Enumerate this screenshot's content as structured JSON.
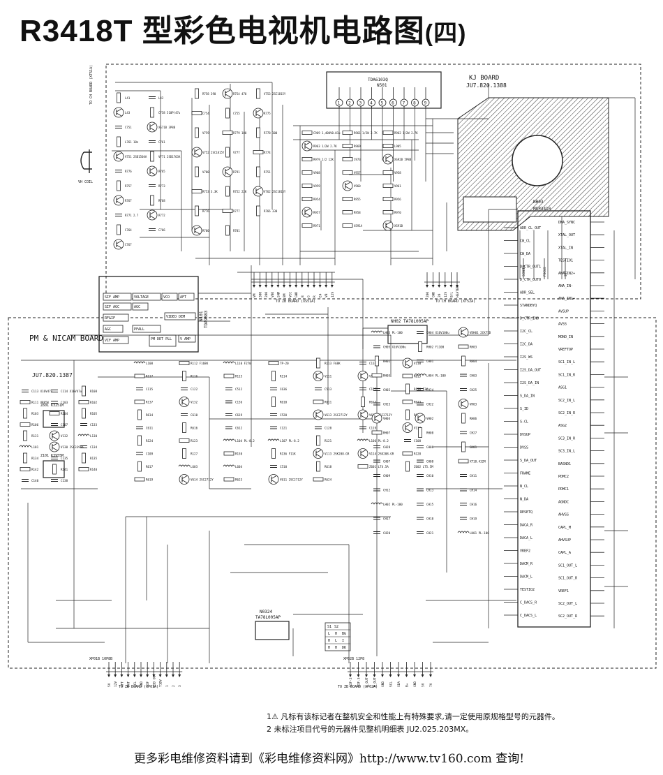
{
  "title": {
    "main": "R3418T 型彩色电视机电路图",
    "part": "(四)"
  },
  "kj_board": {
    "label": "KJ BOARD",
    "code": "JU7.820.1388",
    "chip": {
      "name": "TDA6103Q",
      "ref": "N501"
    },
    "chip_pins": [
      "1",
      "2",
      "3",
      "4",
      "5",
      "6",
      "7",
      "8",
      "9"
    ],
    "left_tags": [
      "TO CH BOARD (XT51A)",
      "VH COIL"
    ],
    "left_components": [
      "L41",
      "L42",
      "L43",
      "C758 510P/47u",
      "C751",
      "XS71B 3P8B",
      "L761 10n",
      "C761",
      "V751 2SD1504A",
      "V771 2SD1763A",
      "R776",
      "R765",
      "R757",
      "R773",
      "R767",
      "R768",
      "R771 2.7",
      "R772",
      "C764",
      "C766",
      "C767"
    ],
    "mid_components": [
      "R758 390",
      "R754 470",
      "V753 2SC1815Y",
      "C754",
      "C755",
      "R775",
      "V759",
      "R779 100",
      "R778 100",
      "V752 2SC1815Y",
      "V777",
      "R774",
      "V700",
      "R791",
      "R751",
      "R753 3.3K",
      "R752 22K",
      "V762 2SC1815Y",
      "R776",
      "R777",
      "R766 330",
      "R700",
      "R701"
    ],
    "right_components": [
      "C969 1,400V0.01u",
      "R961 1/2W 2.7K",
      "R962 1/2W 2.7K",
      "R963 1/2W 2.7K",
      "R969",
      "L905",
      "R979 1/2 12K",
      "C973",
      "XS92B 5P8B",
      "V968",
      "V957",
      "V958",
      "V959",
      "V960",
      "V961",
      "R954",
      "R955",
      "R956",
      "R957",
      "R958",
      "R970",
      "R971",
      "XS91A",
      "XS91B"
    ],
    "bottom_tags": [
      "TO ZB BOARD (XS51A)",
      "TO CH BOARD (XT52A)"
    ],
    "bottom_pins_left": [
      "VM",
      "300",
      "200",
      "VBO",
      "SAM",
      "8M",
      "VCC",
      "GND",
      "B",
      "G",
      "R",
      "E4",
      "VB",
      "12V"
    ],
    "bottom_pins_right": [
      "200",
      "GND",
      "20",
      "12V",
      "B/L",
      "HEATER",
      "SCREEN",
      "FOCUS",
      "SVT"
    ]
  },
  "pm_board": {
    "label": "PM & NICAM BOARD",
    "code": "JU7.820.1387",
    "regulator": {
      "ref": "NH02",
      "part": "TA78L005AP"
    },
    "regulator2": {
      "ref": "N0324",
      "part": "TA78L005AP"
    },
    "ic_main": {
      "ref": "N101",
      "part": "TDA9883"
    },
    "ic_main_blocks": [
      "SIF AMP",
      "VOLTAGE",
      "VCO",
      "AFT",
      "SIF AGC",
      "AGC",
      "PFALL",
      "VIDEO DEM",
      "RF&IF",
      "AGC",
      "VIF AMP",
      "PM DET PLL",
      "V AMP"
    ],
    "ic_dsp": {
      "ref": "NH03",
      "part": "MSP3410"
    },
    "ic_dsp_left": [
      "ADR_CL_OUT",
      "CW_CL",
      "CW_DA",
      "D_CTR_OUT1",
      "D_CTR_OUT0",
      "ADR_SEL",
      "STANDBYQ",
      "D_CTR_IN0",
      "I2C_CL",
      "I2C_DA",
      "I2S_WS",
      "I2S_DA_OUT",
      "I2S_DA_IN",
      "S_DA_IN",
      "S_ID",
      "S-CL",
      "DVSUP",
      "DVSS",
      "S_DA_OUT",
      "FRAME",
      "N_CL",
      "N_DA",
      "RESETQ",
      "DACA_R",
      "DACA_L",
      "VREF2",
      "DACM_R",
      "DACM_L",
      "TESTIO2",
      "C_DACS_R",
      "C_DACS_L"
    ],
    "ic_dsp_right": [
      "DMA_SYNC",
      "XTAL_OUT",
      "XTAL_IN",
      "TESTIO1",
      "ANA_IN2+",
      "ANA_IN-",
      "ANA_IN1+",
      "AVSUP",
      "AVSS",
      "MONO_IN",
      "VREFTOP",
      "SC1_IN_L",
      "SC1_IN_R",
      "ASG1",
      "SC2_IN_L",
      "SC2_IN_R",
      "ASG2",
      "SC3_IN_R",
      "SC3_IN_L",
      "BASND1",
      "PDMC2",
      "PDMC1",
      "AGNDC",
      "AHVSS",
      "CAPL_M",
      "AHVSUP",
      "CAPL_A",
      "SC1_OUT_L",
      "SC1_OUT_R",
      "VREF1",
      "SC2_OUT_L",
      "SC2_OUT_R"
    ],
    "left_components": [
      "Z601 K3251M",
      "Z101 K3955M",
      "C113 X16V47u",
      "C114 X16V47u",
      "R108",
      "R111 VR05K",
      "C103",
      "R102",
      "R103",
      "R104",
      "R105",
      "R106",
      "C107",
      "C133",
      "R131",
      "V132",
      "L130",
      "L101",
      "V130 2SC3399A",
      "C134",
      "R134",
      "C135",
      "R135",
      "R142",
      "R141",
      "R140",
      "C140",
      "C138"
    ],
    "mid_components": [
      "L108",
      "R112 F168K",
      "L110 F270",
      "TP-20",
      "R113 F68K",
      "C116",
      "V110",
      "R117",
      "R116",
      "R115",
      "R114",
      "V111",
      "V112",
      "R615",
      "C115",
      "C122",
      "C512",
      "C636",
      "C513",
      "C127",
      "R138 F3K",
      "R137",
      "V132",
      "C136",
      "R610",
      "R611",
      "R612",
      "R613",
      "R614",
      "C610",
      "C619",
      "C520",
      "V613 2SC2712Y",
      "V615 2SC2712Y",
      "R620",
      "C611",
      "R616",
      "C612",
      "C121",
      "C120",
      "C119",
      "V112",
      "R124",
      "R123",
      "L104 PL-8.2",
      "L107 PL-8.2",
      "R121",
      "L106 PL-8.2",
      "C108",
      "C109",
      "R127",
      "R130",
      "R136 F11K",
      "V113 2SK208-GR",
      "V114 2SK208-GR",
      "R128",
      "R617",
      "L603",
      "L604",
      "C510",
      "R618",
      "Z601 LT4.5A",
      "Z602 LT5.5M",
      "R619",
      "V614 2SC2712Y",
      "R623",
      "V611 2SC2712Y",
      "R624"
    ],
    "right_components": [
      "LH03 PL-100",
      "CH04 X16V100u",
      "VDH01 2CK75D",
      "CH05 X16V100u",
      "RH02 F1100",
      "RH03",
      "RH01",
      "CH01",
      "RH04",
      "RH05",
      "LH04 PL-100",
      "CH03",
      "CH02",
      "CH24",
      "CH25",
      "CH23",
      "CH22",
      "VH03",
      "VH04",
      "VH02",
      "RH06",
      "RH07",
      "RH08",
      "CH27",
      "CH28",
      "CH06",
      "GH01",
      "CH07",
      "CH08",
      "XT18.432M",
      "CH09",
      "CH10",
      "CH11",
      "CH12",
      "CH13",
      "CH14",
      "LH02 PL-100",
      "CH15",
      "CH16",
      "CH17",
      "CH18",
      "CH19",
      "CH20",
      "CH21",
      "LH01 PL-100"
    ],
    "switch_table": {
      "headers": [
        "S1",
        "S2"
      ],
      "rows": [
        [
          "L",
          "H"
        ],
        [
          "H",
          "L"
        ],
        [
          "H",
          "H"
        ]
      ],
      "labels": [
        "BG",
        "I",
        "DK"
      ]
    },
    "bottom_pins_left": [
      "5V",
      "12V",
      "AFT",
      "DAT",
      "SCL",
      "GND",
      "SIF",
      "VID OUT",
      "T10V",
      "1",
      "2",
      "3"
    ],
    "bottom_tags": [
      "TO ZB BOARD (XP01A)",
      "TO ZB BOARD (XP02A)"
    ],
    "bottom_pins_right": [
      "SIF-2",
      "SIF-3",
      "L_OUT",
      "R_OUT",
      "GND",
      "SCL",
      "SDA",
      "B+",
      "GND",
      "5V",
      "7V"
    ],
    "connector_left": "XP01B 10P8B",
    "connector_right": "XP02B 12P8"
  },
  "notes": [
    "1⚠  凡标有该标记者在整机安全和性能上有特殊要求,请一定使用原规格型号的元器件。",
    "2  未标注项目代号的元器件见整机明细表  JU2.025.203MX。"
  ],
  "footer": "更多彩电维修资料请到《彩电维修资料网》http://www.tv160.com 查询!"
}
